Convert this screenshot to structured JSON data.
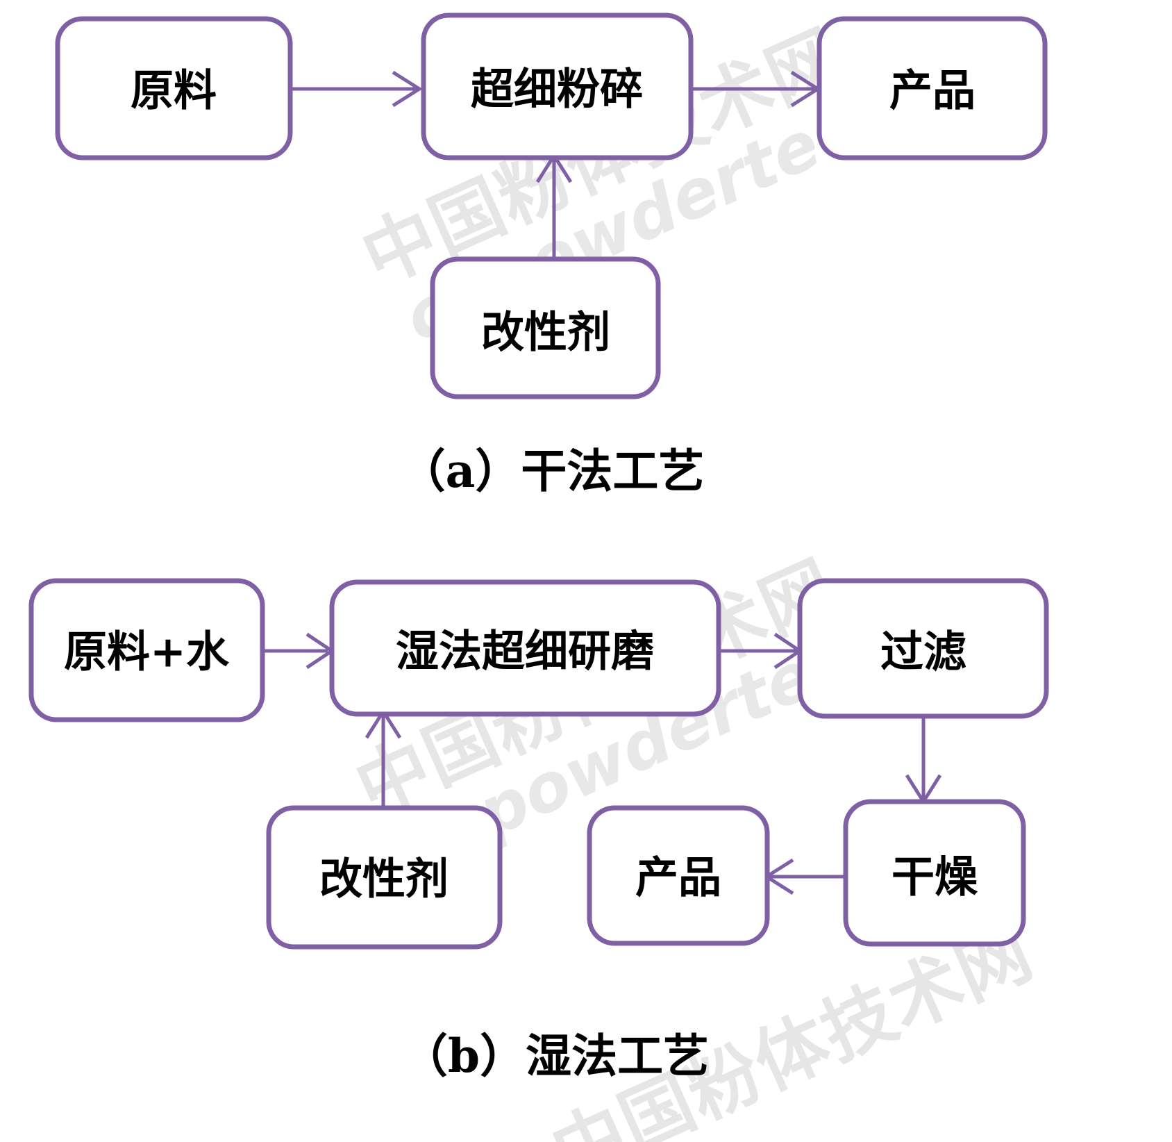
{
  "figure": {
    "background_color": "#ffffff",
    "box_stroke_color": "#7f60a5",
    "text_color": "#000000",
    "watermark_color": "#e6e6e6"
  },
  "watermark": {
    "line1": "中国粉体技术网",
    "line2": "cnpowdertech"
  },
  "panels": [
    {
      "id": "panel-a",
      "caption": "（a）干法工艺",
      "nodes": [
        {
          "id": "a-raw",
          "label": "原料"
        },
        {
          "id": "a-grind",
          "label": "超细粉碎"
        },
        {
          "id": "a-product",
          "label": "产品"
        },
        {
          "id": "a-modifier",
          "label": "改性剂"
        }
      ],
      "edges": [
        {
          "from": "原料",
          "to": "超细粉碎",
          "direction": "right"
        },
        {
          "from": "超细粉碎",
          "to": "产品",
          "direction": "right"
        },
        {
          "from": "改性剂",
          "to": "超细粉碎",
          "direction": "up"
        }
      ]
    },
    {
      "id": "panel-b",
      "caption": "（b）湿法工艺",
      "nodes": [
        {
          "id": "b-raw",
          "label": "原料+水"
        },
        {
          "id": "b-mill",
          "label": "湿法超细研磨"
        },
        {
          "id": "b-filter",
          "label": "过滤"
        },
        {
          "id": "b-modifier",
          "label": "改性剂"
        },
        {
          "id": "b-product",
          "label": "产品"
        },
        {
          "id": "b-dry",
          "label": "干燥"
        }
      ],
      "edges": [
        {
          "from": "原料+水",
          "to": "湿法超细研磨",
          "direction": "right"
        },
        {
          "from": "湿法超细研磨",
          "to": "过滤",
          "direction": "right"
        },
        {
          "from": "改性剂",
          "to": "湿法超细研磨",
          "direction": "up"
        },
        {
          "from": "过滤",
          "to": "干燥",
          "direction": "down"
        },
        {
          "from": "干燥",
          "to": "产品",
          "direction": "left"
        }
      ]
    }
  ]
}
